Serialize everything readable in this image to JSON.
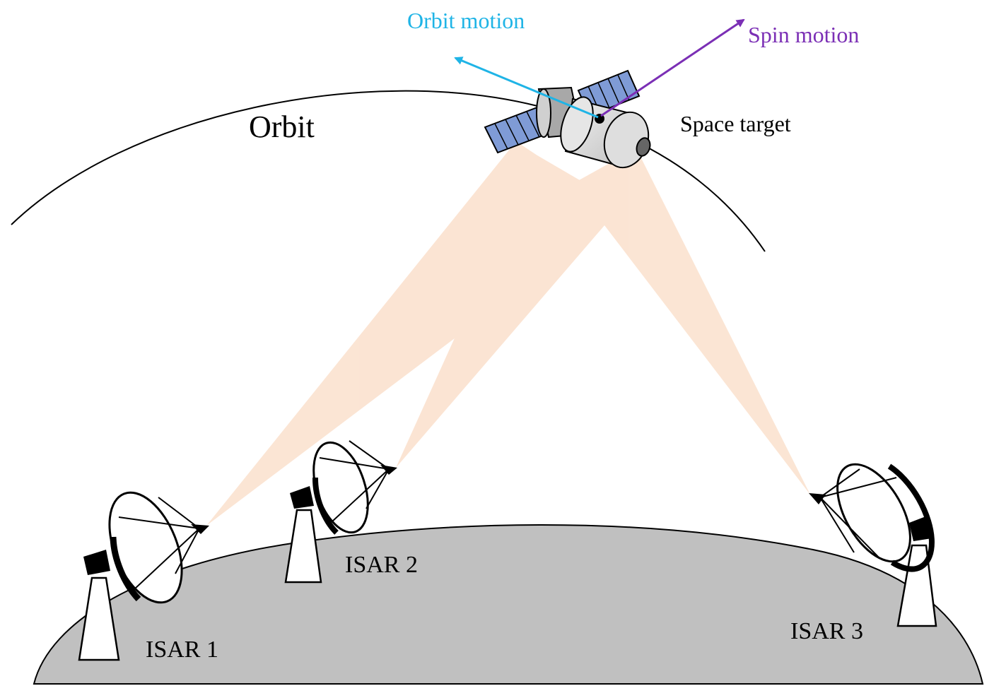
{
  "labels": {
    "orbit": "Orbit",
    "orbit_motion": "Orbit motion",
    "spin_motion": "Spin motion",
    "space_target": "Space target",
    "isar1": "ISAR 1",
    "isar2": "ISAR 2",
    "isar3": "ISAR 3"
  },
  "colors": {
    "orbit_motion": "#1fb4e6",
    "spin_motion": "#7b2fb5",
    "ground": "#c0c0c0",
    "beam": "#fbe3d2",
    "solar_panel": "#7f9bd6",
    "body": "#e3e3e3"
  }
}
